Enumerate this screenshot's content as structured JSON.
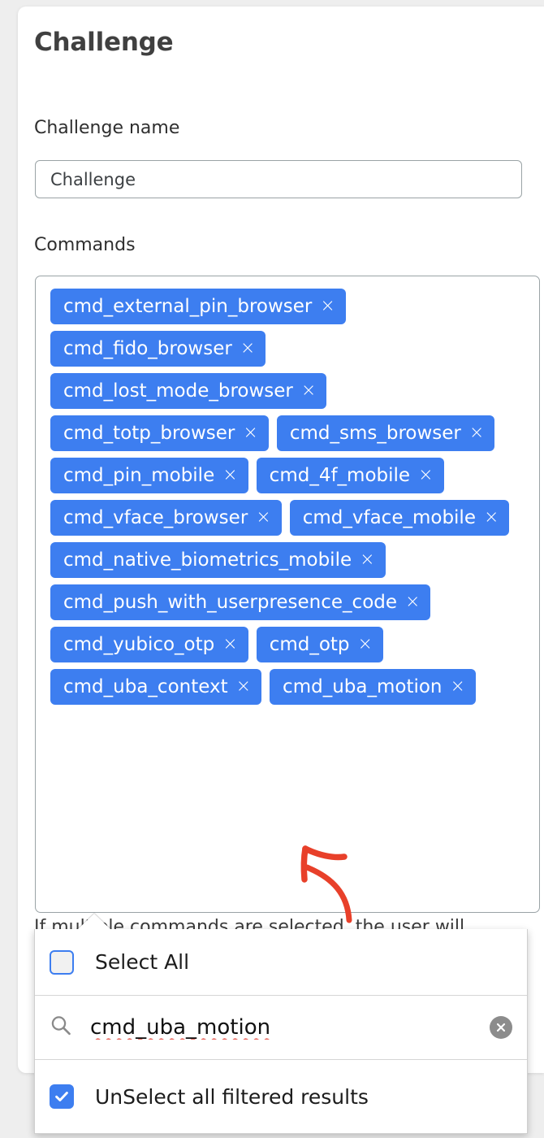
{
  "page": {
    "title": "Challenge",
    "background_color": "#eeeeee",
    "card_color": "#ffffff"
  },
  "form": {
    "challenge_name": {
      "label": "Challenge name",
      "value": "Challenge",
      "placeholder": "Challenge"
    },
    "commands": {
      "label": "Commands",
      "accent_color": "#3d7ef0",
      "remove_glyph": "×",
      "tags": [
        {
          "label": "cmd_external_pin_browser"
        },
        {
          "label": "cmd_fido_browser"
        },
        {
          "label": "cmd_lost_mode_browser"
        },
        {
          "label": "cmd_totp_browser"
        },
        {
          "label": "cmd_sms_browser"
        },
        {
          "label": "cmd_pin_mobile"
        },
        {
          "label": "cmd_4f_mobile"
        },
        {
          "label": "cmd_vface_browser"
        },
        {
          "label": "cmd_vface_mobile"
        },
        {
          "label": "cmd_native_biometrics_mobile"
        },
        {
          "label": "cmd_push_with_userpresence_code"
        },
        {
          "label": "cmd_yubico_otp"
        },
        {
          "label": "cmd_otp"
        },
        {
          "label": "cmd_uba_context"
        },
        {
          "label": "cmd_uba_motion"
        }
      ]
    },
    "helper_text": "If multiple commands are selected, the user will"
  },
  "dropdown": {
    "select_all": {
      "label": "Select All",
      "checked": false
    },
    "search": {
      "value": "cmd_uba_motion",
      "placeholder": "",
      "icon": "search-icon",
      "clear_glyph": "×"
    },
    "unselect_filtered": {
      "label": "UnSelect all filtered results",
      "checked": true
    }
  },
  "annotation": {
    "type": "hand-drawn-arrow",
    "color": "#e8402a"
  }
}
